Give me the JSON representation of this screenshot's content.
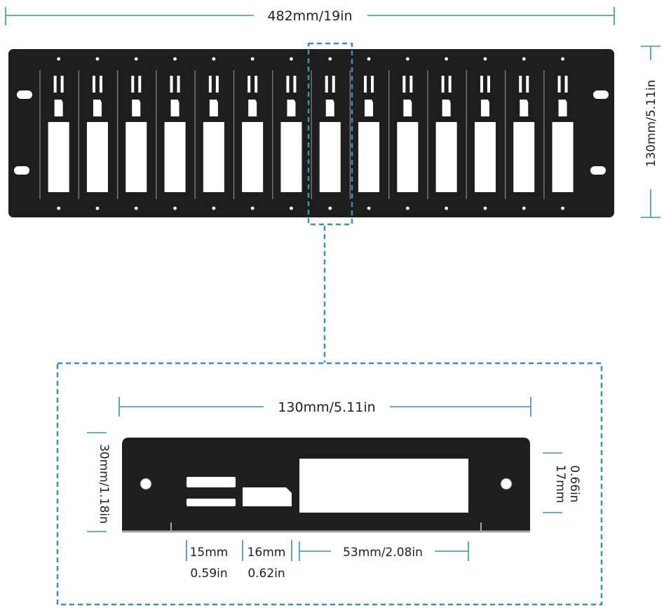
{
  "dimensions": {
    "panel_width": "482mm/19in",
    "panel_height": "130mm/5.11in",
    "bracket_width": "130mm/5.11in",
    "bracket_height": "30mm/1.18in",
    "cutout_height_mm": "17mm",
    "cutout_height_in": "0.66in",
    "port_a_mm": "15mm",
    "port_a_in": "0.59in",
    "port_b_mm": "16mm",
    "port_b_in": "0.62in",
    "cutout_width": "53mm/2.08in"
  },
  "panel": {
    "slot_count": 14,
    "highlighted_slot": 8
  },
  "colors": {
    "accent": "#3d8fb8",
    "panel": "#1e1e1e",
    "edge": "#a8a8a8",
    "text": "#1f1f1f"
  }
}
